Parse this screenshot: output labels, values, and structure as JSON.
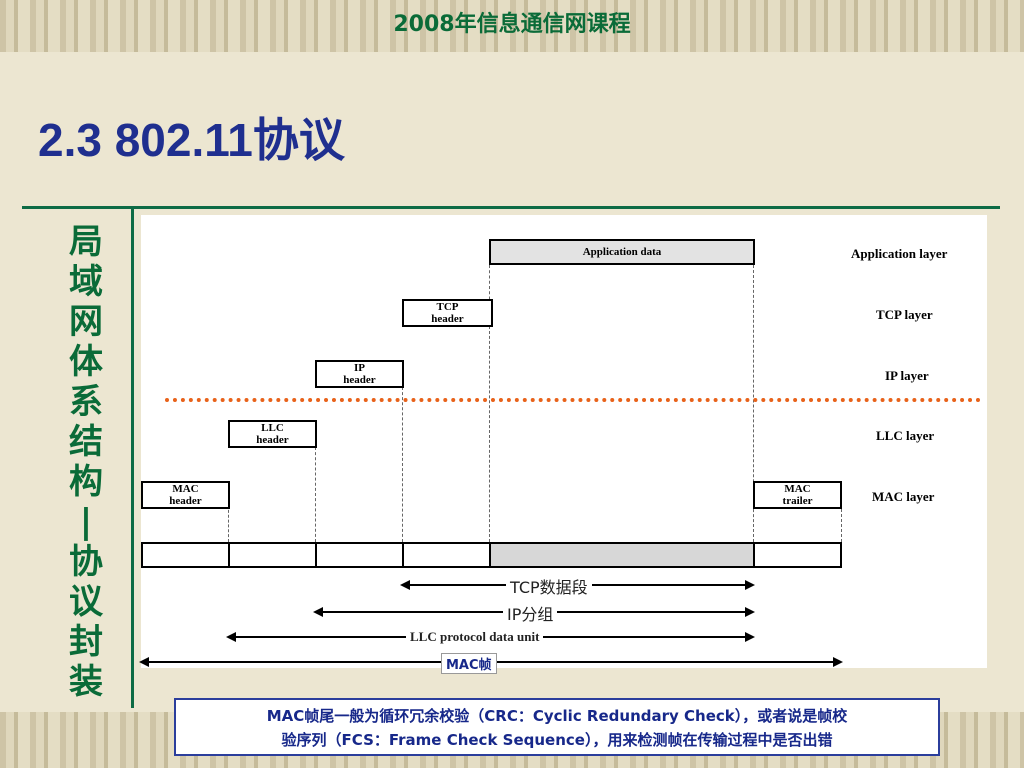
{
  "course_title": "2008年信息通信网课程",
  "slide_title": "2.3 802.11协议",
  "side_title_chars": [
    "局",
    "域",
    "网",
    "体",
    "系",
    "结",
    "构",
    "|",
    "协",
    "议",
    "封",
    "装"
  ],
  "diagram": {
    "boxes": {
      "application_data": "Application data",
      "tcp_header": [
        "TCP",
        "header"
      ],
      "ip_header": [
        "IP",
        "header"
      ],
      "llc_header": [
        "LLC",
        "header"
      ],
      "mac_header": [
        "MAC",
        "header"
      ],
      "mac_trailer": [
        "MAC",
        "trailer"
      ]
    },
    "layers": [
      "Application layer",
      "TCP layer",
      "IP layer",
      "LLC layer",
      "MAC layer"
    ],
    "spans": {
      "tcp_segment": "TCP数据段",
      "ip_packet": "IP分组",
      "llc_pdu": "LLC protocol data unit",
      "mac_frame": "MAC帧"
    }
  },
  "note": {
    "line1": "MAC帧尾一般为循环冗余校验（CRC：Cyclic Redundary Check），或者说是帧校",
    "line2": "验序列（FCS：Frame Check Sequence），用来检测帧在传输过程中是否出错"
  },
  "colors": {
    "title": "#1f2f8f",
    "course": "#0a6b38",
    "separator": "#e8621a"
  }
}
